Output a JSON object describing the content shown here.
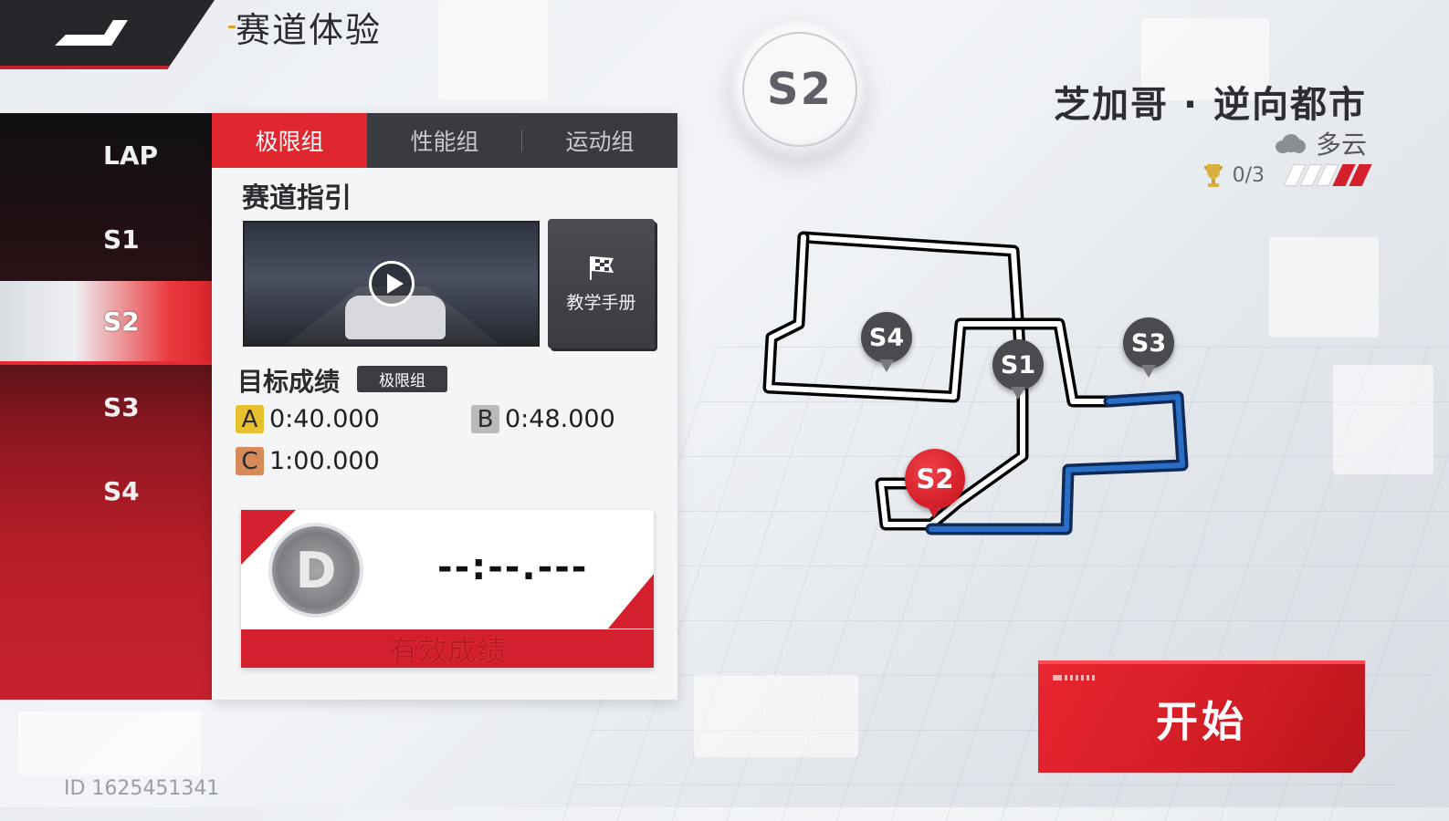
{
  "header": {
    "title": "赛道体验"
  },
  "emblem": {
    "label": "S2"
  },
  "track": {
    "name": "芝加哥 · 逆向都市",
    "weather": "多云",
    "trophy_count": "0/3",
    "difficulty_filled": 2,
    "difficulty_total": 5
  },
  "sectors": {
    "items": [
      {
        "label": "LAP"
      },
      {
        "label": "S1"
      },
      {
        "label": "S2"
      },
      {
        "label": "S3"
      },
      {
        "label": "S4"
      }
    ],
    "active": "S2"
  },
  "tabs": [
    {
      "label": "极限组"
    },
    {
      "label": "性能组"
    },
    {
      "label": "运动组"
    }
  ],
  "guide": {
    "title": "赛道指引",
    "manual_label": "教学手册"
  },
  "goals": {
    "title": "目标成绩",
    "badge": "极限组",
    "a": {
      "letter": "A",
      "time": "0:40.000"
    },
    "b": {
      "letter": "B",
      "time": "0:48.000"
    },
    "c": {
      "letter": "C",
      "time": "1:00.000"
    }
  },
  "result": {
    "medal": "D",
    "time": "--:--.---",
    "status": "有效成绩"
  },
  "map": {
    "markers": [
      {
        "label": "S4"
      },
      {
        "label": "S1"
      },
      {
        "label": "S3"
      },
      {
        "label": "S2"
      }
    ]
  },
  "start": {
    "label": "开始"
  },
  "player": {
    "id": "ID 1625451341"
  },
  "colors": {
    "accent": "#d4202e",
    "dark": "#3a3b40",
    "route": "#2a6fc7"
  }
}
